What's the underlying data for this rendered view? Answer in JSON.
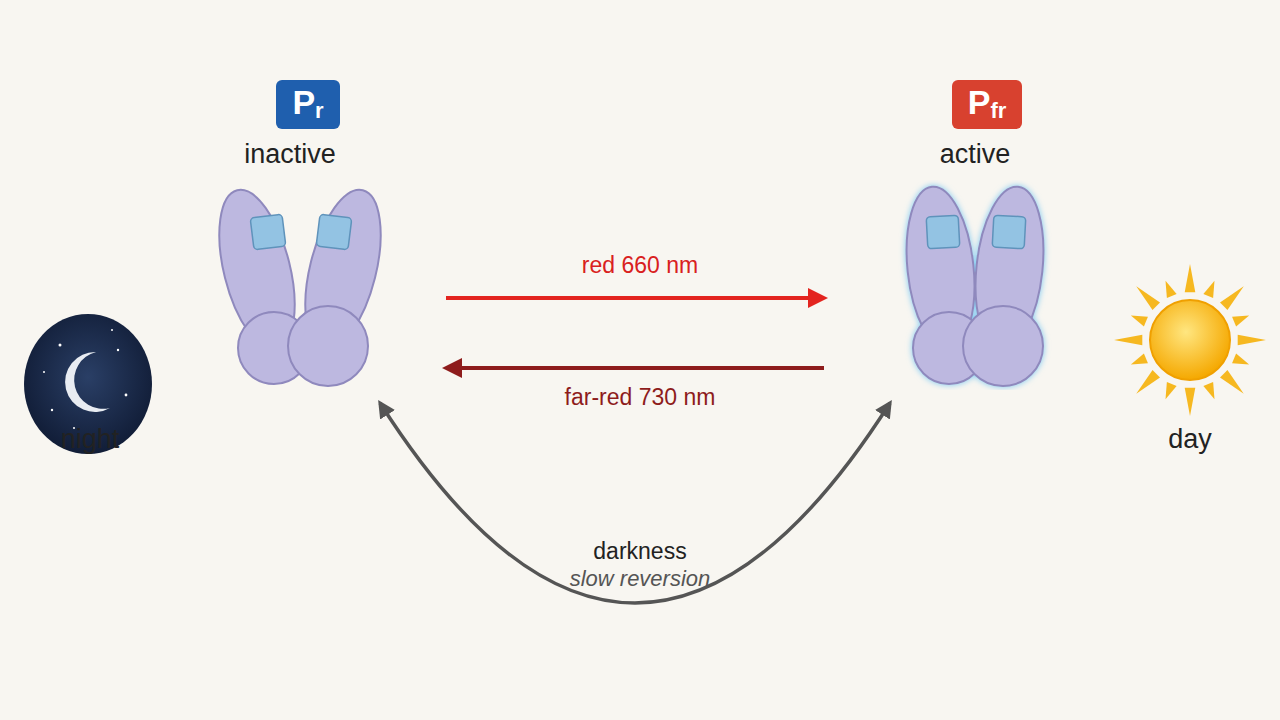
{
  "diagram": {
    "nodes": [
      {
        "text": [
          "Pr",
          "inactive"
        ]
      },
      {
        "text": [
          "Pfr",
          "active"
        ]
      }
    ],
    "edges": [
      {
        "from": 0,
        "to": 1,
        "arrow": "to",
        "label": "red 660 nm"
      },
      {
        "from": 1,
        "to": 0,
        "arrow": "to",
        "label": "far-red 730 nm"
      },
      {
        "from": 0,
        "to": 1,
        "arrow": "both",
        "label": "darkness"
      }
    ],
    "labels": [
      "night",
      "day",
      "slow reversion"
    ]
  }
}
